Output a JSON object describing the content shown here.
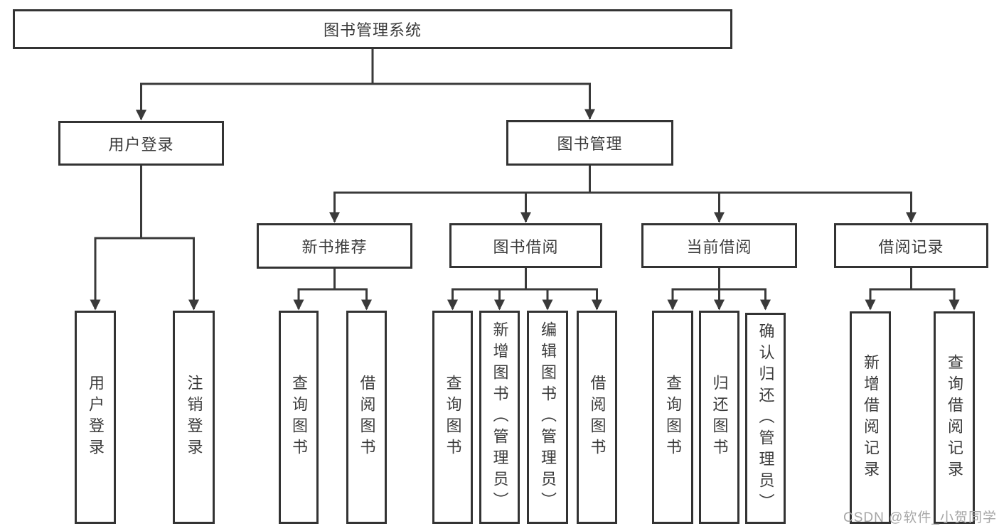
{
  "colors": {
    "box_border": "#333333",
    "connector": "#3a3a3a",
    "text": "#3b3b3b",
    "watermark_text": "#a6a6a6",
    "background": "#ffffff"
  },
  "watermark": {
    "text": "CSDN @软件_小贺同学"
  },
  "tree": {
    "root": {
      "label": "图书管理系统"
    },
    "branches": [
      {
        "label": "用户登录",
        "children": [
          {
            "label": "用户登录"
          },
          {
            "label": "注销登录"
          }
        ]
      },
      {
        "label": "图书管理",
        "children": [
          {
            "label": "新书推荐",
            "children": [
              {
                "label": "查询图书"
              },
              {
                "label": "借阅图书"
              }
            ]
          },
          {
            "label": "图书借阅",
            "children": [
              {
                "label": "查询图书"
              },
              {
                "label": "新增图书（管理员）"
              },
              {
                "label": "编辑图书（管理员）"
              },
              {
                "label": "借阅图书"
              }
            ]
          },
          {
            "label": "当前借阅",
            "children": [
              {
                "label": "查询图书"
              },
              {
                "label": "归还图书"
              },
              {
                "label": "确认归还（管理员）"
              }
            ]
          },
          {
            "label": "借阅记录",
            "children": [
              {
                "label": "新增借阅记录"
              },
              {
                "label": "查询借阅记录"
              }
            ]
          }
        ]
      }
    ]
  }
}
